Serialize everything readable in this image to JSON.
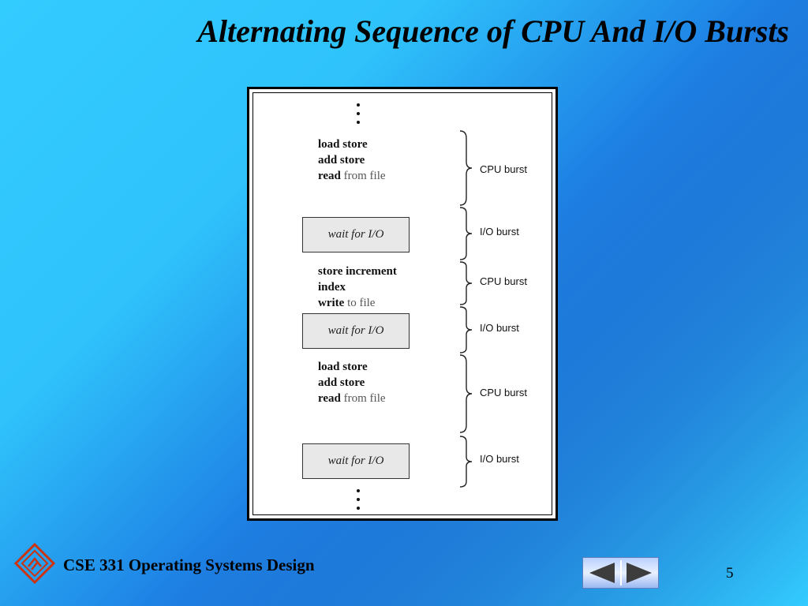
{
  "slide": {
    "title": "Alternating Sequence of CPU And I/O Bursts",
    "footer_text": "CSE 331 Operating Systems Design",
    "page_number": "5"
  },
  "diagram": {
    "block1": {
      "line1": "load store",
      "line2": "add store",
      "line3_kw": "read",
      "line3_rest": "from file"
    },
    "block2": {
      "line1": "store increment",
      "line2": "index",
      "line3_kw": "write",
      "line3_rest": "to file"
    },
    "block3": {
      "line1": "load store",
      "line2": "add store",
      "line3_kw": "read",
      "line3_rest": "from file"
    },
    "wait_label": "wait for I/O",
    "cpu_burst_label": "CPU burst",
    "io_burst_label": "I/O burst"
  },
  "nav": {
    "prev_icon": "left-triangle-icon",
    "next_icon": "right-triangle-icon"
  },
  "colors": {
    "background_light": "#33ccff",
    "background_dark": "#0a1e96",
    "logo": "#cc3311"
  }
}
